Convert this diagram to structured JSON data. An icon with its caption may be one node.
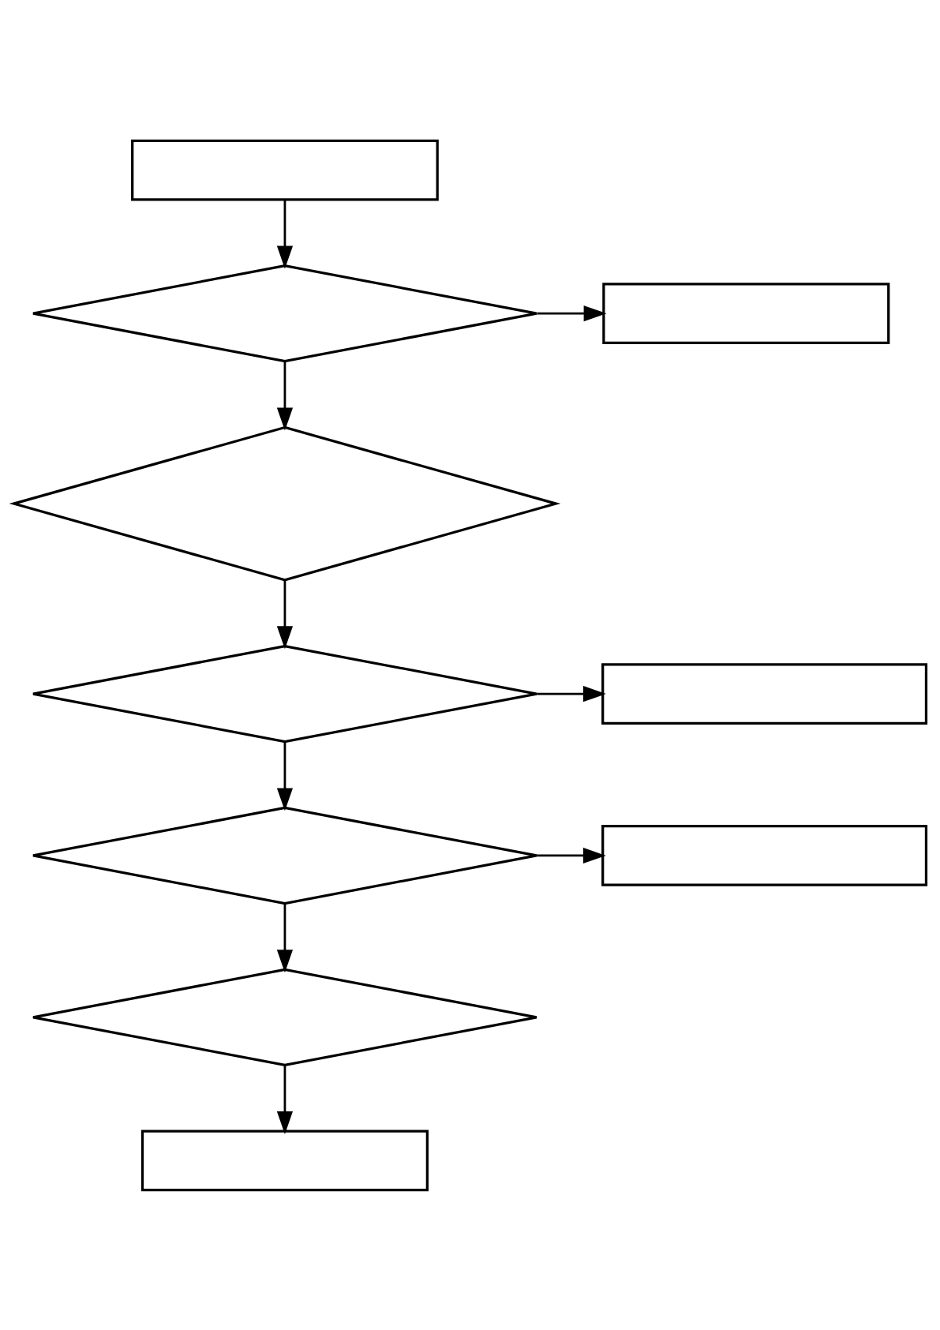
{
  "diagram": {
    "nodes": [
      {
        "text": [],
        "shape": "box"
      },
      {
        "text": [],
        "shape": "diamond"
      },
      {
        "text": [],
        "shape": "box"
      },
      {
        "text": [],
        "shape": "diamond"
      },
      {
        "text": [],
        "shape": "diamond"
      },
      {
        "text": [],
        "shape": "box"
      },
      {
        "text": [],
        "shape": "diamond"
      },
      {
        "text": [],
        "shape": "box"
      },
      {
        "text": [],
        "shape": "diamond"
      },
      {
        "text": [],
        "shape": "box"
      }
    ],
    "edges": [
      {
        "from": 0,
        "to": 1,
        "arrow": "to"
      },
      {
        "from": 1,
        "to": 2,
        "arrow": "to"
      },
      {
        "from": 1,
        "to": 3,
        "arrow": "to"
      },
      {
        "from": 3,
        "to": 4,
        "arrow": "to"
      },
      {
        "from": 4,
        "to": 5,
        "arrow": "to"
      },
      {
        "from": 4,
        "to": 6,
        "arrow": "to"
      },
      {
        "from": 6,
        "to": 7,
        "arrow": "to"
      },
      {
        "from": 6,
        "to": 8,
        "arrow": "to"
      },
      {
        "from": 8,
        "to": 9,
        "arrow": "to"
      }
    ]
  }
}
